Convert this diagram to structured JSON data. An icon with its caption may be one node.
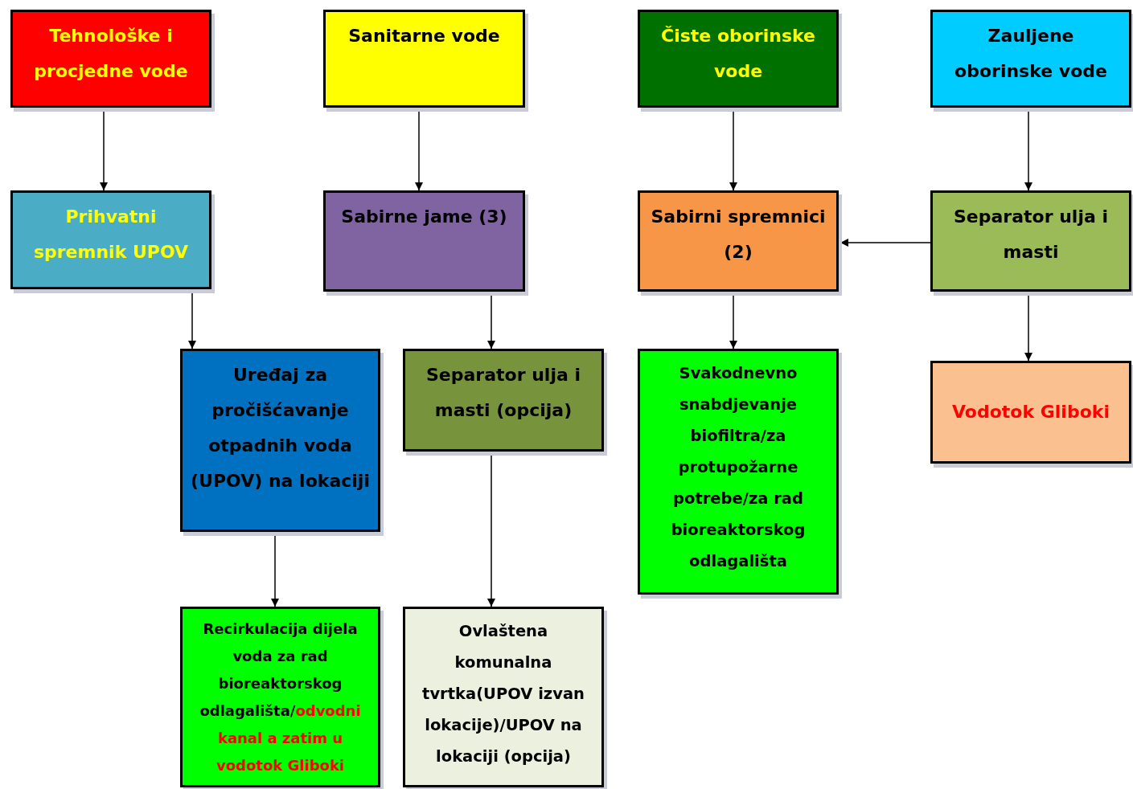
{
  "diagram": {
    "nodes": [
      {
        "text": [
          "Tehnološke i procjedne vode"
        ]
      },
      {
        "text": [
          "Sanitarne vode"
        ]
      },
      {
        "text": [
          "Čiste oborinske vode"
        ]
      },
      {
        "text": [
          "Zauljene oborinske vode"
        ]
      },
      {
        "text": [
          "Prihvatni spremnik UPOV"
        ]
      },
      {
        "text": [
          "Sabirne jame (3)"
        ]
      },
      {
        "text": [
          "Sabirni spremnici (2)"
        ]
      },
      {
        "text": [
          "Separator  ulja i masti"
        ]
      },
      {
        "text": [
          "Uređaj za pročišćavanje otpadnih voda (UPOV) na lokaciji"
        ]
      },
      {
        "text": [
          "Separator ulja i masti (opcija)"
        ]
      },
      {
        "text": [
          "Svakodnevno snabdjevanje biofiltra/za protupožarne potrebe/za rad bioreaktorskog odlagališta"
        ]
      },
      {
        "text": [
          "Vodotok Gliboki"
        ]
      },
      {
        "text": [
          "Recirkulacija dijela voda za rad bioreaktorskog odlagališta/",
          "odvodni kanal a zatim u vodotok Gliboki"
        ]
      },
      {
        "text": [
          "Ovlaštena komunalna tvrtka(UPOV izvan lokacije)/UPOV na lokaciji (opcija)"
        ]
      }
    ],
    "edges": [
      {
        "from": 0,
        "to": 4,
        "arrow": "to"
      },
      {
        "from": 1,
        "to": 5,
        "arrow": "to"
      },
      {
        "from": 2,
        "to": 6,
        "arrow": "to"
      },
      {
        "from": 3,
        "to": 7,
        "arrow": "to"
      },
      {
        "from": 7,
        "to": 6,
        "arrow": "to"
      },
      {
        "from": 4,
        "to": 8,
        "arrow": "to"
      },
      {
        "from": 5,
        "to": 9,
        "arrow": "to"
      },
      {
        "from": 6,
        "to": 10,
        "arrow": "to"
      },
      {
        "from": 7,
        "to": 11,
        "arrow": "to"
      },
      {
        "from": 8,
        "to": 12,
        "arrow": "to"
      },
      {
        "from": 9,
        "to": 13,
        "arrow": "to"
      }
    ]
  }
}
